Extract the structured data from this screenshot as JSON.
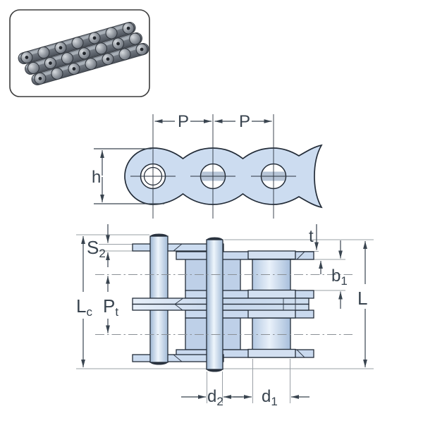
{
  "drawing": {
    "photo": {
      "icon": "triplex-roller-chain-photo"
    },
    "side_view": {
      "pitch1": "P",
      "pitch2": "P",
      "height": "h"
    },
    "section_view": {
      "s2": {
        "base": "S",
        "sub": "2"
      },
      "lc": {
        "base": "L",
        "sub": "c"
      },
      "pt": {
        "base": "P",
        "sub": "t"
      },
      "t": "t",
      "b1": {
        "base": "b",
        "sub": "1"
      },
      "L": "L",
      "d2": {
        "base": "d",
        "sub": "2"
      },
      "d1": {
        "base": "d",
        "sub": "1"
      }
    },
    "colors": {
      "plate_fill": "#ccdcf0",
      "outline": "#232c38",
      "dimension": "#39444f",
      "extension_line": "#9aa0a6"
    }
  }
}
